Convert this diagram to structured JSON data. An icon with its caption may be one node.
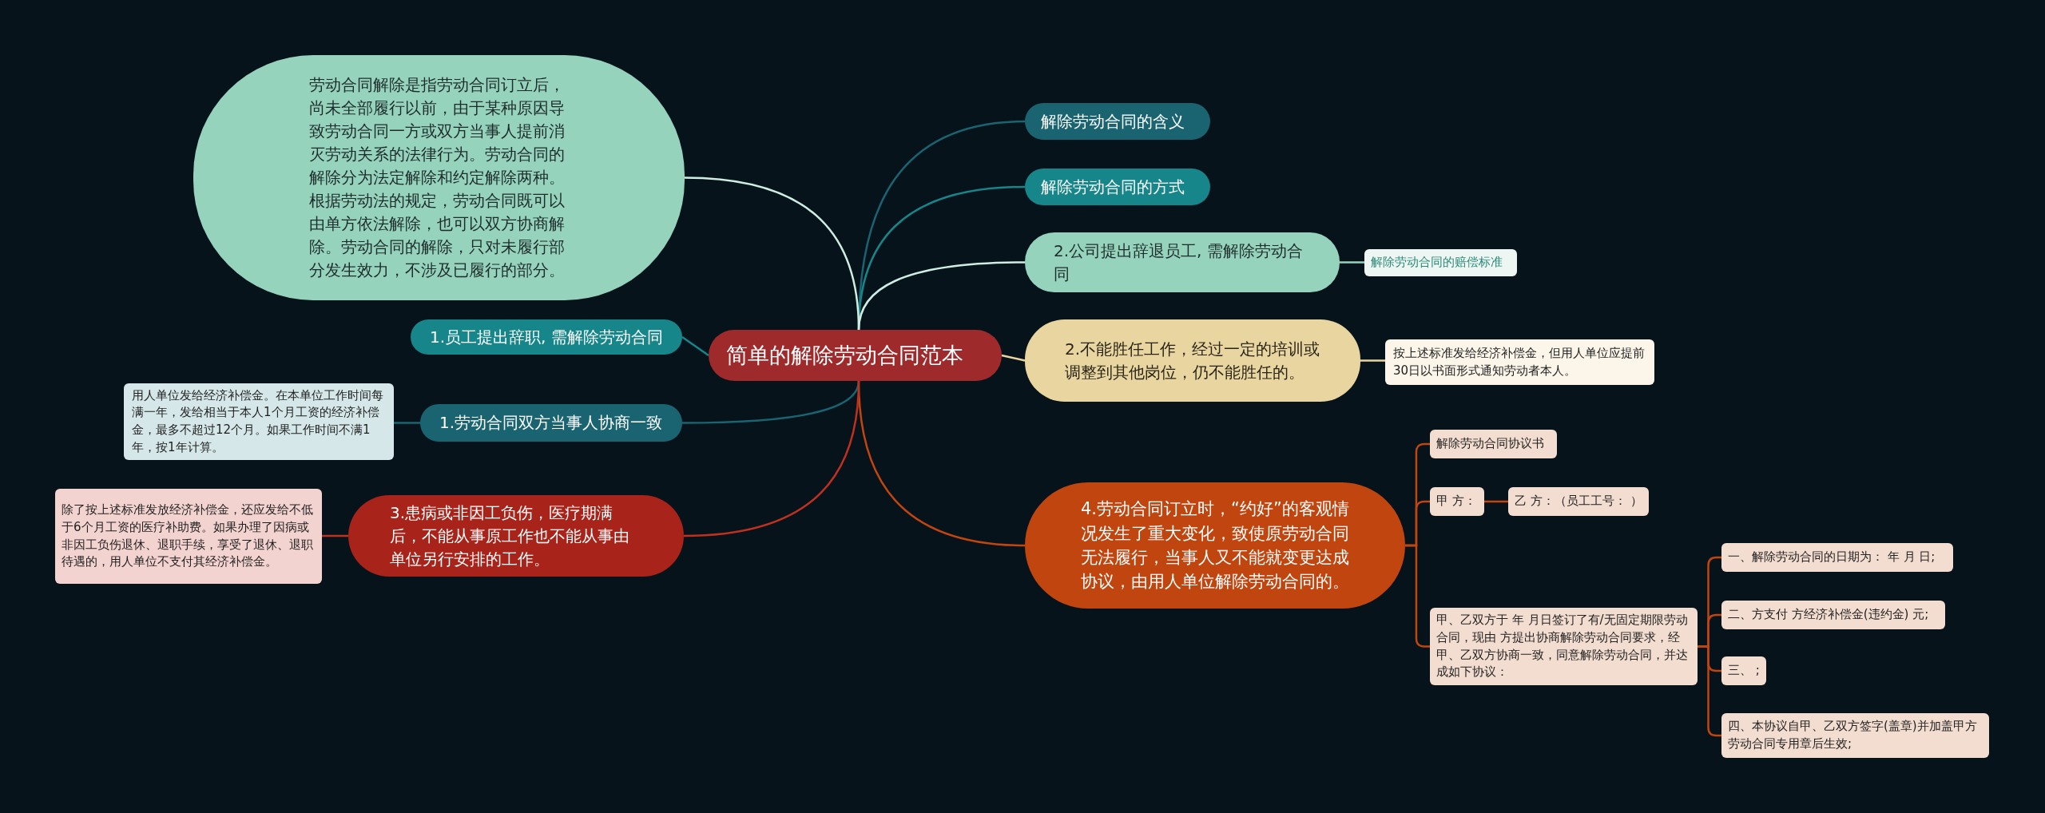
{
  "diagram": {
    "nodes": [
      {
        "text": [
          "简单的解除劳动合同范本"
        ]
      },
      {
        "text": [
          "解除劳动合同的含义"
        ]
      },
      {
        "text": [
          "解除劳动合同的方式"
        ]
      },
      {
        "text": [
          "2.公司提出辞退员工, 需解除劳动合同"
        ]
      },
      {
        "text": [
          "解除劳动合同的赔偿标准"
        ]
      },
      {
        "text": [
          "2.不能胜任工作，经过一定的培训或调整到其他岗位，仍不能胜任的。"
        ]
      },
      {
        "text": [
          "按上述标准发给经济补偿金，但用人单位应提前30日以书面形式通知劳动者本人。"
        ]
      },
      {
        "text": [
          "4.劳动合同订立时，“约好”的客观情况发生了重大变化，致使原劳动合同无法履行，当事人又不能就变更达成协议，由用人单位解除劳动合同的。"
        ]
      },
      {
        "text": [
          "解除劳动合同协议书"
        ]
      },
      {
        "text": [
          "甲 方："
        ]
      },
      {
        "text": [
          "乙 方：（员工工号： ）"
        ]
      },
      {
        "text": [
          "甲、乙双方于 年 月日签订了有/无固定期限劳动合同，现由 方提出协商解除劳动合同要求，经甲、乙双方协商一致，同意解除劳动合同，并达成如下协议："
        ]
      },
      {
        "text": [
          "一、解除劳动合同的日期为： 年 月 日;"
        ]
      },
      {
        "text": [
          "二、方支付 方经济补偿金(违约金) 元;"
        ]
      },
      {
        "text": [
          "三、 ;"
        ]
      },
      {
        "text": [
          "四、本协议自甲、乙双方签字(盖章)并加盖甲方劳动合同专用章后生效;"
        ]
      },
      {
        "text": [
          "劳动合同解除是指劳动合同订立后，尚未全部履行以前，由于某种原因导致劳动合同一方或双方当事人提前消灭劳动关系的法律行为。劳动合同的解除分为法定解除和约定解除两种。根据劳动法的规定，劳动合同既可以由单方依法解除，也可以双方协商解除。劳动合同的解除，只对未履行部分发生效力，不涉及已履行的部分。"
        ]
      },
      {
        "text": [
          "1.员工提出辞职, 需解除劳动合同"
        ]
      },
      {
        "text": [
          "1.劳动合同双方当事人协商一致"
        ]
      },
      {
        "text": [
          "用人单位发给经济补偿金。在本单位工作时间每满一年，发给相当于本人1个月工资的经济补偿金，最多不超过12个月。如果工作时间不满1年，按1年计算。"
        ]
      },
      {
        "text": [
          "3.患病或非因工负伤，医疗期满后，不能从事原工作也不能从事由单位另行安排的工作。"
        ]
      },
      {
        "text": [
          "除了按上述标准发放经济补偿金，还应发给不低于6个月工资的医疗补助费。如果办理了因病或非因工负伤退休、退职手续，享受了退休、退职待遇的，用人单位不支付其经济补偿金。"
        ]
      }
    ],
    "edges": [
      {
        "from": 0,
        "to": 1,
        "arrow": "none",
        "color": "#1a6472"
      },
      {
        "from": 0,
        "to": 2,
        "arrow": "none",
        "color": "#16868a"
      },
      {
        "from": 0,
        "to": 3,
        "arrow": "none",
        "color": "#cfeee2"
      },
      {
        "from": 3,
        "to": 4,
        "arrow": "none",
        "color": "#96d3bd"
      },
      {
        "from": 0,
        "to": 5,
        "arrow": "none",
        "color": "#e8d5a0"
      },
      {
        "from": 5,
        "to": 6,
        "arrow": "none",
        "color": "#e8d5a0"
      },
      {
        "from": 0,
        "to": 7,
        "arrow": "none",
        "color": "#c0450e"
      },
      {
        "from": 7,
        "to": 8,
        "arrow": "none",
        "color": "#c0450e"
      },
      {
        "from": 7,
        "to": 9,
        "arrow": "none",
        "color": "#c0450e"
      },
      {
        "from": 9,
        "to": 10,
        "arrow": "none",
        "color": "#c0450e"
      },
      {
        "from": 7,
        "to": 11,
        "arrow": "none",
        "color": "#c0450e"
      },
      {
        "from": 11,
        "to": 12,
        "arrow": "none",
        "color": "#c0450e"
      },
      {
        "from": 11,
        "to": 13,
        "arrow": "none",
        "color": "#c0450e"
      },
      {
        "from": 11,
        "to": 14,
        "arrow": "none",
        "color": "#c0450e"
      },
      {
        "from": 11,
        "to": 15,
        "arrow": "none",
        "color": "#c0450e"
      },
      {
        "from": 0,
        "to": 16,
        "arrow": "none",
        "color": "#cfeee2"
      },
      {
        "from": 0,
        "to": 17,
        "arrow": "none",
        "color": "#16868a"
      },
      {
        "from": 0,
        "to": 18,
        "arrow": "none",
        "color": "#1a6472"
      },
      {
        "from": 18,
        "to": 19,
        "arrow": "none",
        "color": "#1a6472"
      },
      {
        "from": 0,
        "to": 20,
        "arrow": "none",
        "color": "#c0301e"
      },
      {
        "from": 20,
        "to": 21,
        "arrow": "none",
        "color": "#c0301e"
      }
    ]
  }
}
